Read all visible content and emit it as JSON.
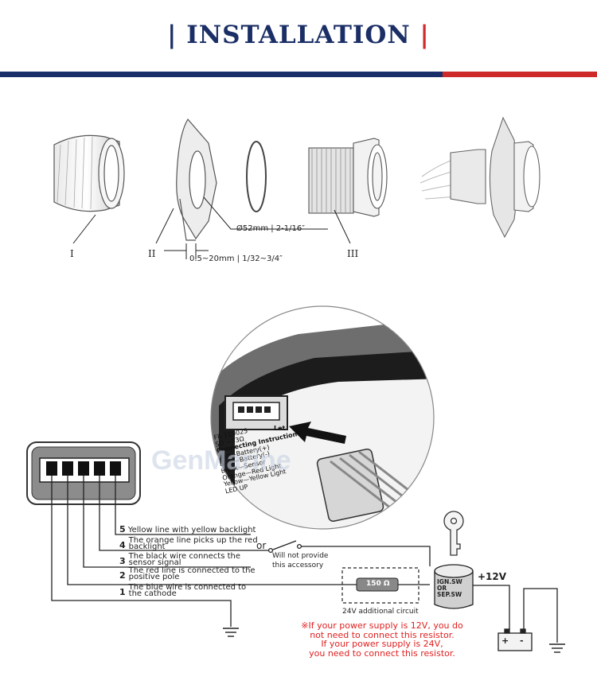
{
  "header": {
    "title": "INSTALLATION"
  },
  "installation": {
    "dimension_diameter": "Ø52mm | 2-1/16″",
    "dimension_thickness": "0.5~20mm | 1/32~3/4″",
    "part_labels": [
      "I",
      "II",
      "III"
    ]
  },
  "connector_label": {
    "lines": [
      "FR 110025",
      "SD ~33Ω",
      "Connecting Instruction",
      "Red—Battery(+)",
      "Blue—Battery(-)",
      "Black—Sensor",
      "Orange—Red Light",
      "Yellow—Yellow Light",
      "LED UP"
    ],
    "side_label": "Let"
  },
  "wiring": {
    "wires": [
      {
        "num": "5",
        "text": "Yellow line with yellow backlight"
      },
      {
        "num": "4",
        "text_line1": "The orange line picks up the red",
        "text_line2": "backlight"
      },
      {
        "num": "3",
        "text_line1": "The black wire connects the",
        "text_line2": "sensor signal"
      },
      {
        "num": "2",
        "text_line1": "The red line is connected to the",
        "text_line2": "positive pole"
      },
      {
        "num": "1",
        "text_line1": "The blue wire is connected to",
        "text_line2": "the cathode"
      }
    ],
    "or_label": "or",
    "no_accessory_line1": "Will not provide",
    "no_accessory_line2": "this accessory",
    "resistor_value": "150 Ω",
    "resistor_caption": "24V additional circuit",
    "switch_label_lines": [
      "IGN.SW",
      "OR",
      "SEP.SW"
    ],
    "voltage_label": "+12V",
    "battery_symbols": [
      "+",
      "-"
    ],
    "note_lines": [
      "※If your power supply is 12V, you do",
      "not need to connect this resistor.",
      "If your power supply is 24V,",
      "you need to connect this resistor."
    ],
    "note_color": "#e02020"
  },
  "watermark": {
    "text": "GenMarine"
  },
  "colors": {
    "title": "#1b2f66",
    "rule_blue": "#1a2f6a",
    "rule_red": "#cf2a2a"
  }
}
